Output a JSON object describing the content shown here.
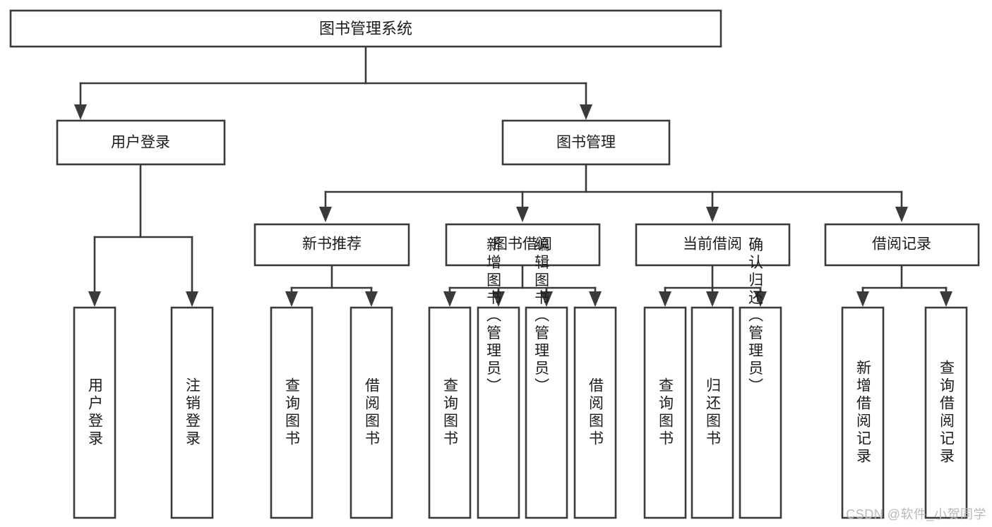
{
  "diagram": {
    "title": "图书管理系统",
    "type": "tree-hierarchy",
    "orientation": "top-down",
    "colors": {
      "box_stroke": "#3a3a3a",
      "box_fill": "#ffffff",
      "connector": "#3a3a3a",
      "text": "#1b1b1b",
      "watermark": "#b9b9b9",
      "background": "#ffffff"
    },
    "root": {
      "label": "图书管理系统"
    },
    "level1": [
      {
        "label": "用户登录"
      },
      {
        "label": "图书管理"
      }
    ],
    "level2": [
      {
        "label": "新书推荐"
      },
      {
        "label": "图书借阅"
      },
      {
        "label": "当前借阅"
      },
      {
        "label": "借阅记录"
      }
    ],
    "leaves": {
      "user_login": [
        {
          "label": "用户登录"
        },
        {
          "label": "注销登录"
        }
      ],
      "new_book_recommend": [
        {
          "label": "查询图书"
        },
        {
          "label": "借阅图书"
        }
      ],
      "book_borrow": [
        {
          "label": "查询图书"
        },
        {
          "label": "新增图书（管理员）"
        },
        {
          "label": "编辑图书（管理员）"
        },
        {
          "label": "借阅图书"
        }
      ],
      "current_borrow": [
        {
          "label": "查询图书"
        },
        {
          "label": "归还图书"
        },
        {
          "label": "确认归还（管理员）"
        }
      ],
      "borrow_record": [
        {
          "label": "新增借阅记录"
        },
        {
          "label": "查询借阅记录"
        }
      ]
    }
  },
  "watermark": {
    "text": "CSDN @软件_小贺同学"
  }
}
